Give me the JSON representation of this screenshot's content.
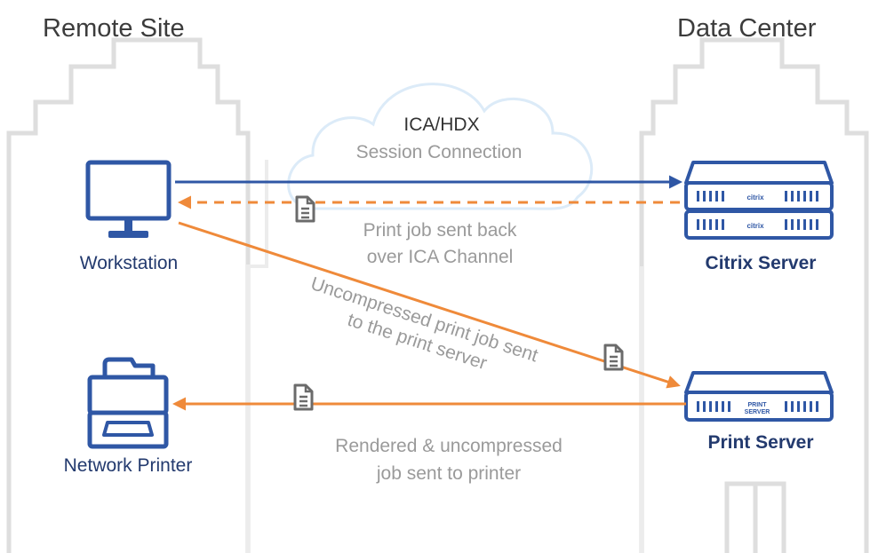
{
  "headings": {
    "left": "Remote Site",
    "right": "Data Center"
  },
  "cloud": {
    "line1": "ICA/HDX",
    "line2": "Session Connection"
  },
  "nodes": {
    "workstation": "Workstation",
    "citrix_server": "Citrix Server",
    "network_printer": "Network Printer",
    "print_server": "Print Server"
  },
  "server_badges": {
    "citrix": "citrix",
    "print_line1": "PRINT",
    "print_line2": "SERVER"
  },
  "flows": {
    "print_back": {
      "line1": "Print job sent back",
      "line2": "over ICA Channel"
    },
    "uncompressed": {
      "line1": "Uncompressed print job sent",
      "line2": "to the print server"
    },
    "rendered": {
      "line1": "Rendered & uncompressed",
      "line2": "job sent to printer"
    }
  },
  "colors": {
    "blue": "#2f57a5",
    "orange": "#ef8a3a",
    "building": "#dedede",
    "cloud": "#dcebf8",
    "doc": "#6b6b6b"
  }
}
